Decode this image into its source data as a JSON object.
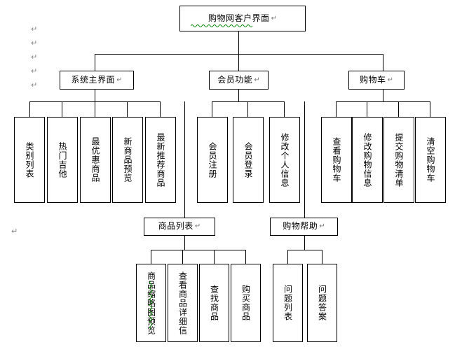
{
  "document": {
    "type": "hierarchy-tree-diagram",
    "title_box": "购物网客户界面",
    "pilcrow": "↵",
    "margin_pilcrow": "↵"
  },
  "colors": {
    "line": "#000000",
    "box_border": "#000000",
    "background": "#ffffff",
    "pilcrow": "#808080",
    "spellcheck_underline": "#008000"
  },
  "tree": {
    "root": {
      "label": "购物网客户界面",
      "mark": "↵"
    },
    "level2": [
      {
        "label": "系统主界面",
        "mark": "↵"
      },
      {
        "label": "会员功能",
        "mark": "↵"
      },
      {
        "label": "购物车",
        "mark": "↵"
      }
    ],
    "system_children": [
      {
        "label": "类别列表",
        "mark": "↵"
      },
      {
        "label": "热门吉他",
        "mark": "↵"
      },
      {
        "label": "最优惠商品",
        "mark": "↵"
      },
      {
        "label": "新商品预览",
        "mark": "↵"
      },
      {
        "label": "最新推荐商品",
        "mark": "↵"
      }
    ],
    "member_children": [
      {
        "label": "会员注册",
        "mark": "↵"
      },
      {
        "label": "会员登录",
        "mark": "↵"
      },
      {
        "label": "修改个人信息",
        "mark": "↵"
      }
    ],
    "cart_children": [
      {
        "label": "查看购物车",
        "mark": "↵"
      },
      {
        "label": "修改购物信息",
        "mark": "↵"
      },
      {
        "label": "提交购物清单",
        "mark": "↵"
      },
      {
        "label": "清空购物车",
        "mark": "↵"
      }
    ],
    "level3": [
      {
        "label": "商品列表",
        "mark": "↵"
      },
      {
        "label": "购物帮助",
        "mark": "↵"
      }
    ],
    "product_children": [
      {
        "label": "商品缩略图预览",
        "mark": "↵"
      },
      {
        "label": "查看商品详细信",
        "mark": ""
      },
      {
        "label": "查找商品",
        "mark": "↵"
      },
      {
        "label": "购买商品",
        "mark": "↵"
      }
    ],
    "help_children": [
      {
        "label": "问题列表",
        "mark": "↵"
      },
      {
        "label": "问题答案",
        "mark": "↵"
      }
    ]
  },
  "margin_marks": {
    "count": 6,
    "glyph": "↵"
  }
}
